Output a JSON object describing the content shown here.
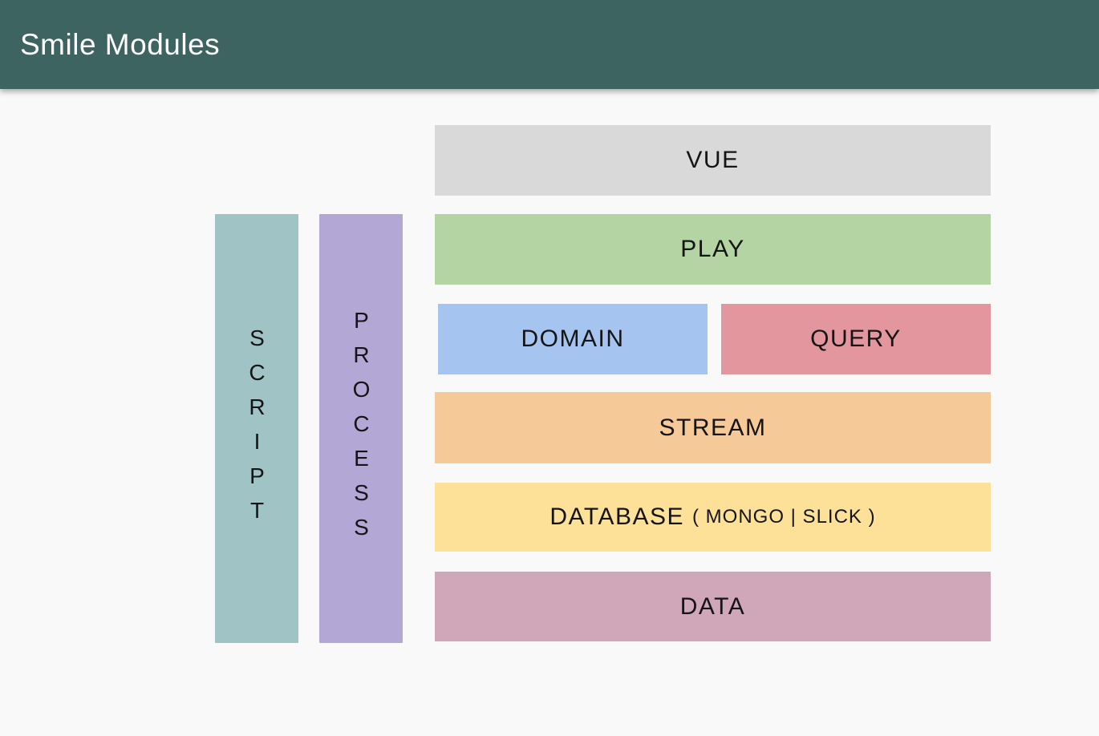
{
  "header": {
    "title": "Smile Modules",
    "background": "#3e6461",
    "title_color": "#ffffff"
  },
  "canvas_background": "#f9f9f9",
  "modules": {
    "script": {
      "label": "SCRIPT",
      "color": "#a0c3c6",
      "orientation": "vertical"
    },
    "process": {
      "label": "PROCESS",
      "color": "#b3a7d6",
      "orientation": "vertical"
    },
    "vue": {
      "label": "VUE",
      "color": "#d9d9d9",
      "orientation": "horizontal"
    },
    "play": {
      "label": "PLAY",
      "color": "#b4d4a3",
      "orientation": "horizontal"
    },
    "domain": {
      "label": "DOMAIN",
      "color": "#a6c4f0",
      "orientation": "horizontal"
    },
    "query": {
      "label": "QUERY",
      "color": "#e3969d",
      "orientation": "horizontal"
    },
    "stream": {
      "label": "STREAM",
      "color": "#f6c998",
      "orientation": "horizontal"
    },
    "database": {
      "label": "DATABASE",
      "sublabel": "( MONGO | SLICK )",
      "color": "#fde199",
      "orientation": "horizontal"
    },
    "data": {
      "label": "DATA",
      "color": "#d0a6b9",
      "orientation": "horizontal"
    }
  }
}
